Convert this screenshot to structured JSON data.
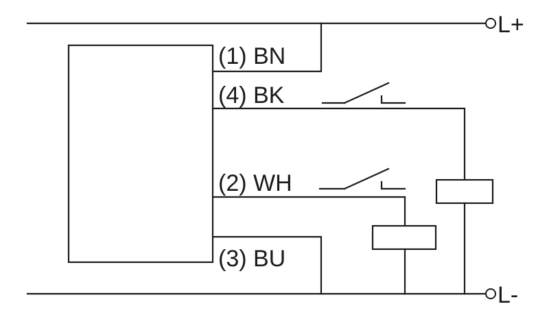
{
  "rails": {
    "positive": "L+",
    "negative": "L-"
  },
  "pins": [
    {
      "label": "(1) BN"
    },
    {
      "label": "(4) BK"
    },
    {
      "label": "(2) WH"
    },
    {
      "label": "(3) BU"
    }
  ],
  "colors": {
    "line": "#1a1a1a",
    "background": "#ffffff"
  }
}
